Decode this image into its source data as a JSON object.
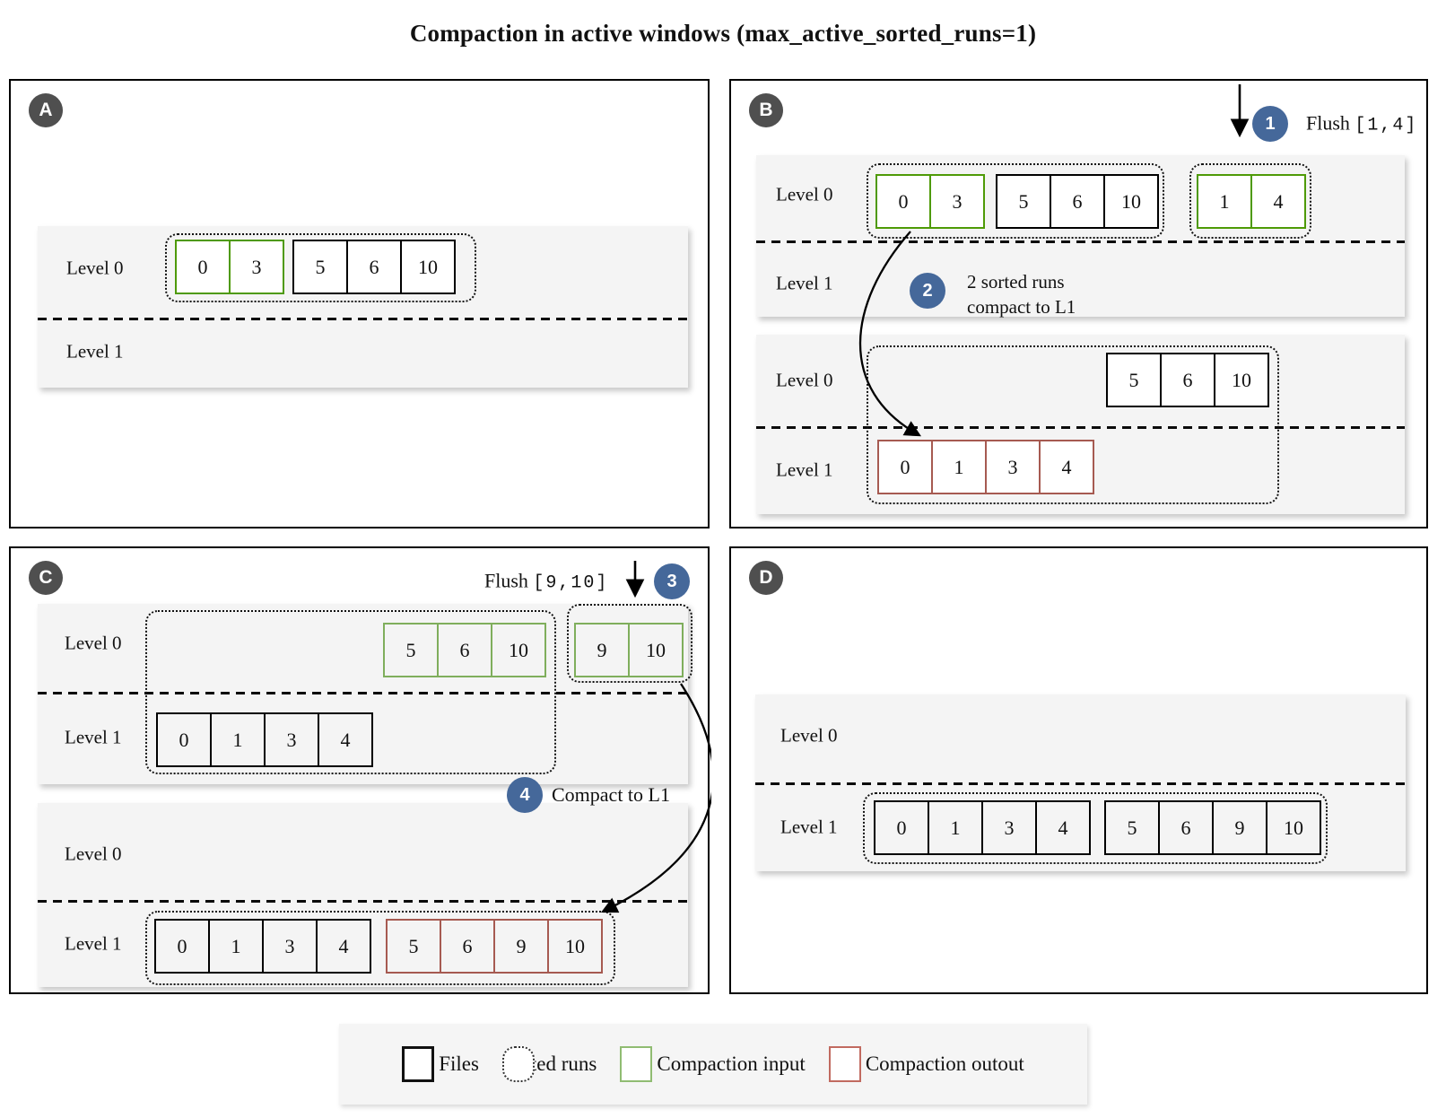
{
  "title": "Compaction in active windows (max_active_sorted_runs=1)",
  "colors": {
    "step_circle": "#45689a",
    "badge": "#4f4f4f",
    "compaction_input_green": "#4e9a06",
    "compaction_input_green_soft": "#7fae5c",
    "compaction_output_red": "#a65a51",
    "band_gray": "#f4f4f4"
  },
  "panels": {
    "a": {
      "badge": "A",
      "band1": {
        "level0_label": "Level 0",
        "level1_label": "Level 1",
        "run_green": [
          "0",
          "3"
        ],
        "run_black": [
          "5",
          "6",
          "10"
        ]
      }
    },
    "b": {
      "badge": "B",
      "step1": {
        "num": "1",
        "action": "Flush",
        "range": "[1,4]"
      },
      "band1": {
        "level0_label": "Level 0",
        "level1_label": "Level 1",
        "run_green": [
          "0",
          "3"
        ],
        "run_black": [
          "5",
          "6",
          "10"
        ],
        "run_flush": [
          "1",
          "4"
        ]
      },
      "step2": {
        "num": "2",
        "line1": "2 sorted runs",
        "line2": "compact to L1"
      },
      "band2": {
        "level0_label": "Level 0",
        "level1_label": "Level 1",
        "run_black": [
          "5",
          "6",
          "10"
        ],
        "run_red": [
          "0",
          "1",
          "3",
          "4"
        ]
      }
    },
    "c": {
      "badge": "C",
      "step3": {
        "num": "3",
        "action": "Flush",
        "range": "[9,10]"
      },
      "band1": {
        "level0_label": "Level 0",
        "level1_label": "Level 1",
        "run_green": [
          "5",
          "6",
          "10"
        ],
        "run_flush": [
          "9",
          "10"
        ],
        "run_black": [
          "0",
          "1",
          "3",
          "4"
        ]
      },
      "step4": {
        "num": "4",
        "label": "Compact to L1"
      },
      "band2": {
        "level0_label": "Level 0",
        "level1_label": "Level 1",
        "run_black": [
          "0",
          "1",
          "3",
          "4"
        ],
        "run_red": [
          "5",
          "6",
          "9",
          "10"
        ]
      }
    },
    "d": {
      "badge": "D",
      "band1": {
        "level0_label": "Level 0",
        "level1_label": "Level 1",
        "run_black1": [
          "0",
          "1",
          "3",
          "4"
        ],
        "run_black2": [
          "5",
          "6",
          "9",
          "10"
        ]
      }
    }
  },
  "legend": {
    "files_label": "Files",
    "sorted_runs_label": "Sorted runs",
    "compaction_input_label": "Compaction input",
    "compaction_output_label": "Compaction outout"
  }
}
